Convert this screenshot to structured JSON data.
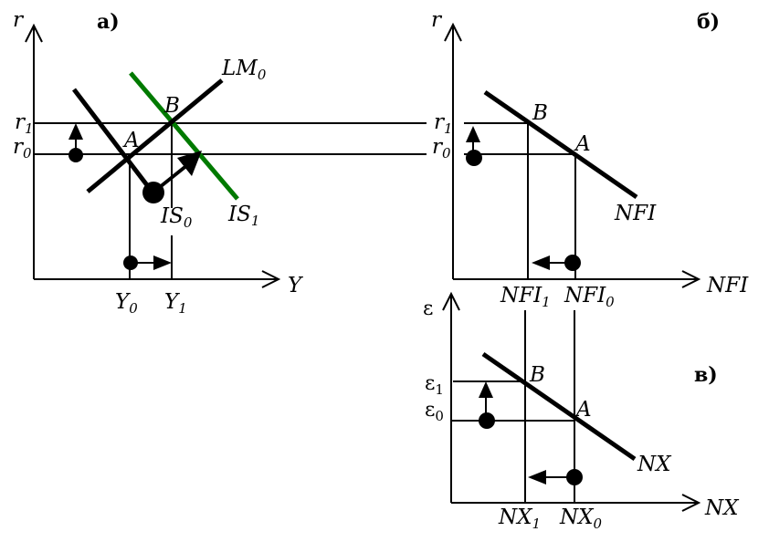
{
  "colors": {
    "ink": "#000000",
    "is1_curve": "#007a00",
    "background": "#ffffff"
  },
  "panel_a": {
    "label": "а)",
    "y_axis": "r",
    "x_axis": "Y",
    "r1": {
      "base": "r",
      "sub": "1"
    },
    "r0": {
      "base": "r",
      "sub": "0"
    },
    "y0": {
      "base": "Y",
      "sub": "0"
    },
    "y1": {
      "base": "Y",
      "sub": "1"
    },
    "lm0": {
      "base": "LM",
      "sub": "0"
    },
    "is0": {
      "base": "IS",
      "sub": "0"
    },
    "is1": {
      "base": "IS",
      "sub": "1"
    },
    "point_a": "A",
    "point_b": "B"
  },
  "panel_b": {
    "label": "б)",
    "y_axis": "r",
    "x_axis": "NFI",
    "r1": {
      "base": "r",
      "sub": "1"
    },
    "r0": {
      "base": "r",
      "sub": "0"
    },
    "nfi1": {
      "base": "NFI",
      "sub": "1"
    },
    "nfi0": {
      "base": "NFI",
      "sub": "0"
    },
    "curve": "NFI",
    "point_a": "A",
    "point_b": "B"
  },
  "panel_c": {
    "label": "в)",
    "y_axis": "ε",
    "x_axis": "NX",
    "e1": {
      "base": "ε",
      "sub": "1"
    },
    "e0": {
      "base": "ε",
      "sub": "0"
    },
    "nx1": {
      "base": "NX",
      "sub": "1"
    },
    "nx0": {
      "base": "NX",
      "sub": "0"
    },
    "curve": "NX",
    "point_a": "A",
    "point_b": "B"
  }
}
